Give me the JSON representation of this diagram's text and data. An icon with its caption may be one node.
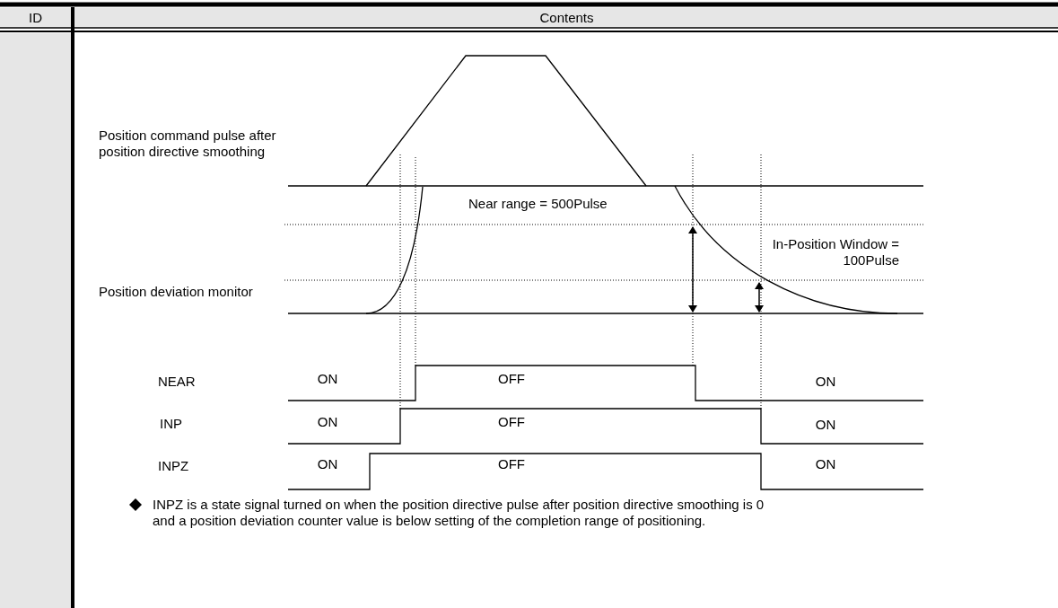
{
  "diagram": {
    "labels": [
      "ID",
      "Contents",
      "Position command pulse after position directive smoothing",
      "Near range = 500Pulse",
      "In-Position Window = 100Pulse",
      "Position deviation monitor",
      "NEAR",
      "ON",
      "OFF",
      "ON",
      "INP",
      "ON",
      "OFF",
      "ON",
      "INPZ",
      "ON",
      "OFF",
      "ON",
      "INPZ is a state signal turned on when the position directive pulse after position directive smoothing is 0 and a position deviation counter value is below setting of the completion range of positioning."
    ]
  }
}
